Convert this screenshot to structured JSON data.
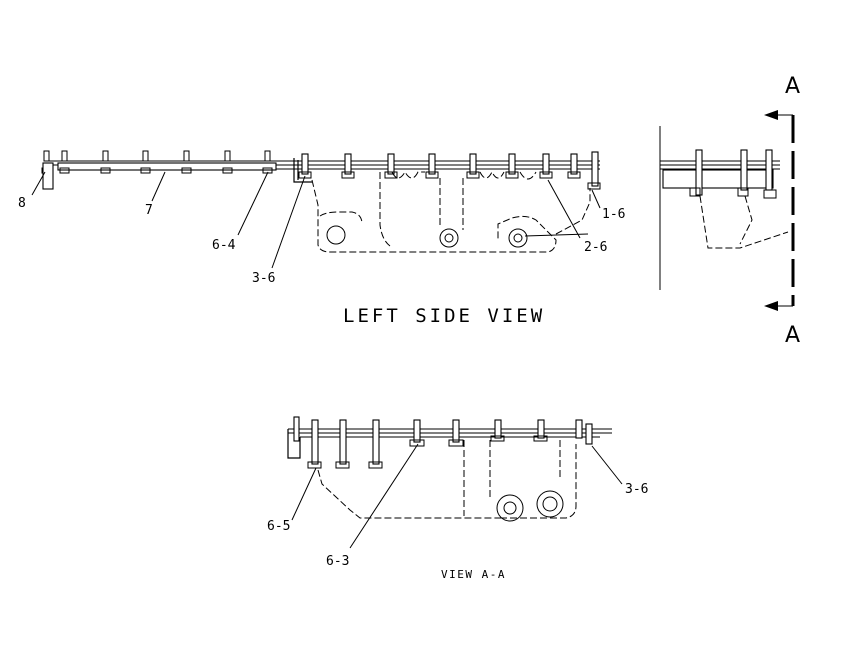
{
  "views": {
    "left_side_title": "LEFT SIDE VIEW",
    "section_title": "VIEW A-A",
    "section_marker_top": "A",
    "section_marker_bottom": "A"
  },
  "callouts": {
    "c8": "8",
    "c7": "7",
    "c6_4": "6-4",
    "c3_6_top": "3-6",
    "c2_6": "2-6",
    "c1_6": "1-6",
    "c3_6_bottom": "3-6",
    "c6_5": "6-5",
    "c6_3": "6-3"
  }
}
